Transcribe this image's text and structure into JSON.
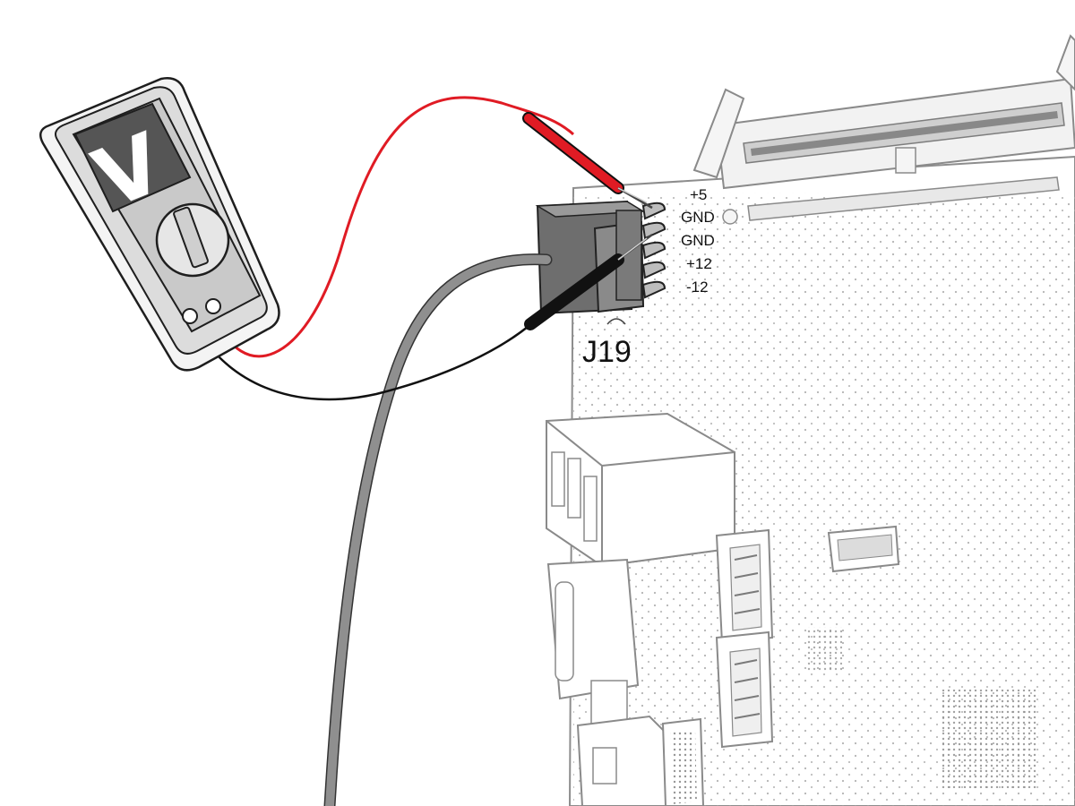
{
  "multimeter": {
    "display_letter": "V",
    "icon": "multimeter-icon",
    "probe_colors": {
      "positive": "#e01b24",
      "negative": "#111111"
    }
  },
  "connector": {
    "reference": "J19",
    "pins": [
      {
        "label": "+5"
      },
      {
        "label": "GND"
      },
      {
        "label": "GND"
      },
      {
        "label": "+12"
      },
      {
        "label": "-12"
      }
    ]
  },
  "board": {
    "outline_color": "#9a9a9a"
  }
}
